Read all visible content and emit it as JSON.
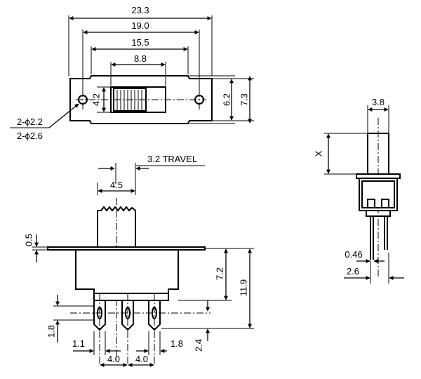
{
  "top_view": {
    "dim_23_3": "23.3",
    "dim_19_0": "19.0",
    "dim_15_5": "15.5",
    "dim_8_8": "8.8",
    "dim_4_2": "4.2",
    "dim_6_2": "6.2",
    "dim_7_3": "7.3",
    "hole_note_1": "2-ϕ2.2",
    "hole_note_2": "2-ϕ2.6"
  },
  "front_view": {
    "travel_label": "3.2 TRAVEL",
    "dim_4_5": "4.5",
    "dim_0_5": "0.5",
    "dim_7_2": "7.2",
    "dim_11_9": "11.9",
    "dim_1_8_left": "1.8",
    "dim_1_1": "1.1",
    "dim_4_0_a": "4.0",
    "dim_4_0_b": "4.0",
    "dim_1_8_bottom": "1.8",
    "dim_2_4": "2.4"
  },
  "side_view": {
    "dim_3_8": "3.8",
    "dim_x": "X",
    "dim_0_46": "0.46",
    "dim_2_6": "2.6"
  }
}
